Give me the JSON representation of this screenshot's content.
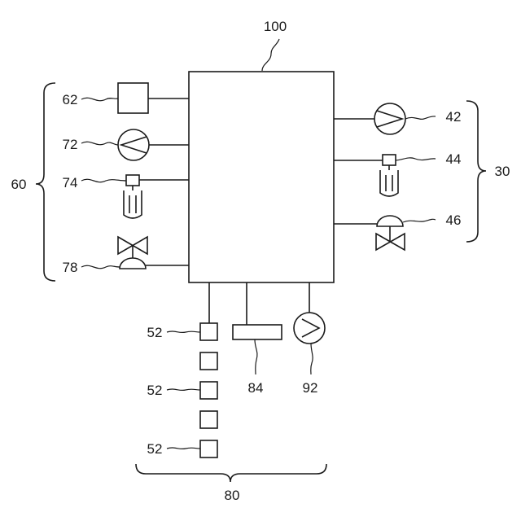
{
  "labels": {
    "controller": "100",
    "group_left": "60",
    "group_right": "30",
    "group_bottom": "80",
    "box_62": "62",
    "pump_72": "72",
    "sensor_74": "74",
    "valve_78": "78",
    "pump_42": "42",
    "sensor_44": "44",
    "valve_46": "46",
    "unit_52_top": "52",
    "unit_52_mid": "52",
    "unit_52_bot": "52",
    "bar_84": "84",
    "pump_92": "92"
  }
}
